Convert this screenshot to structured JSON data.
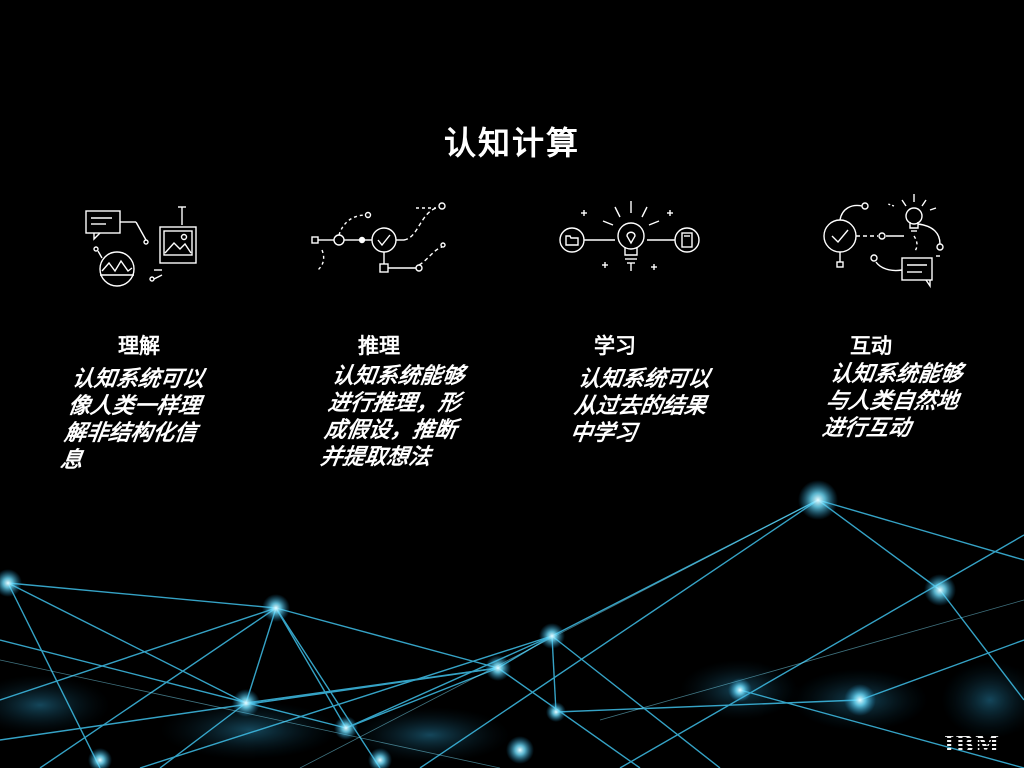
{
  "slide": {
    "title": "认知计算",
    "pillars": [
      {
        "label": "理解",
        "icon": "understand-icon",
        "description": "认知系统可以像人类一样理解非结构化信息"
      },
      {
        "label": "推理",
        "icon": "reason-icon",
        "description": "认知系统能够进行推理，形成假设，推断并提取想法"
      },
      {
        "label": "学习",
        "icon": "learn-icon",
        "description": "认知系统可以从过去的结果中学习"
      },
      {
        "label": "互动",
        "icon": "interact-icon",
        "description": "认知系统能够与人类自然地进行互动"
      }
    ],
    "logo": "IBM",
    "background_icon": "glowing-network-background",
    "colors": {
      "background": "#000000",
      "text": "#ffffff",
      "network": "#4fd3ff"
    }
  }
}
